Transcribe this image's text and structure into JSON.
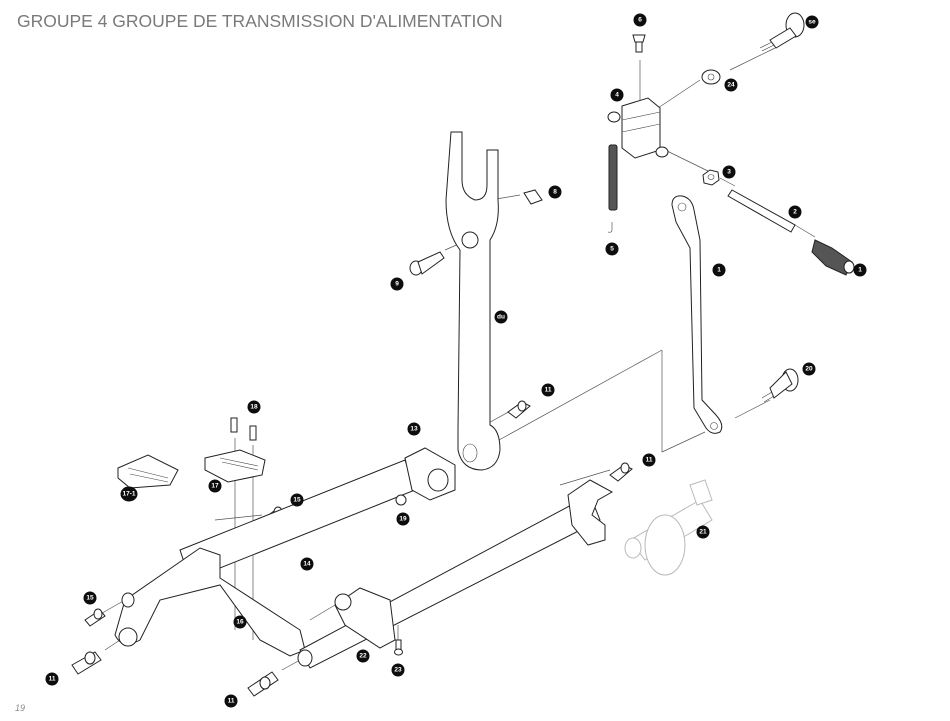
{
  "page": {
    "title": "GROUPE 4 GROUPE DE TRANSMISSION D'ALIMENTATION",
    "page_number": "19"
  },
  "diagram": {
    "type": "exploded-parts-view",
    "callouts": [
      {
        "id": "c6",
        "text": "6"
      },
      {
        "id": "c7",
        "text": "se"
      },
      {
        "id": "c24",
        "text": "24"
      },
      {
        "id": "c4",
        "text": "4"
      },
      {
        "id": "c3",
        "text": "3"
      },
      {
        "id": "c2",
        "text": "2"
      },
      {
        "id": "c5",
        "text": "5"
      },
      {
        "id": "c1",
        "text": "1"
      },
      {
        "id": "c12",
        "text": "1"
      },
      {
        "id": "c8",
        "text": "8"
      },
      {
        "id": "c9",
        "text": "9"
      },
      {
        "id": "c10",
        "text": "du"
      },
      {
        "id": "c20",
        "text": "20"
      },
      {
        "id": "c11a",
        "text": "11"
      },
      {
        "id": "c13",
        "text": "13"
      },
      {
        "id": "c18",
        "text": "18"
      },
      {
        "id": "c11b",
        "text": "11"
      },
      {
        "id": "c17-1",
        "text": "17-1"
      },
      {
        "id": "c17",
        "text": "17"
      },
      {
        "id": "c15a",
        "text": "15"
      },
      {
        "id": "c19",
        "text": "19"
      },
      {
        "id": "c21",
        "text": "21"
      },
      {
        "id": "c14",
        "text": "14"
      },
      {
        "id": "c15b",
        "text": "15"
      },
      {
        "id": "c16",
        "text": "16"
      },
      {
        "id": "c22",
        "text": "22"
      },
      {
        "id": "c11c",
        "text": "11"
      },
      {
        "id": "c23",
        "text": "23"
      },
      {
        "id": "c11d",
        "text": "11"
      }
    ]
  }
}
